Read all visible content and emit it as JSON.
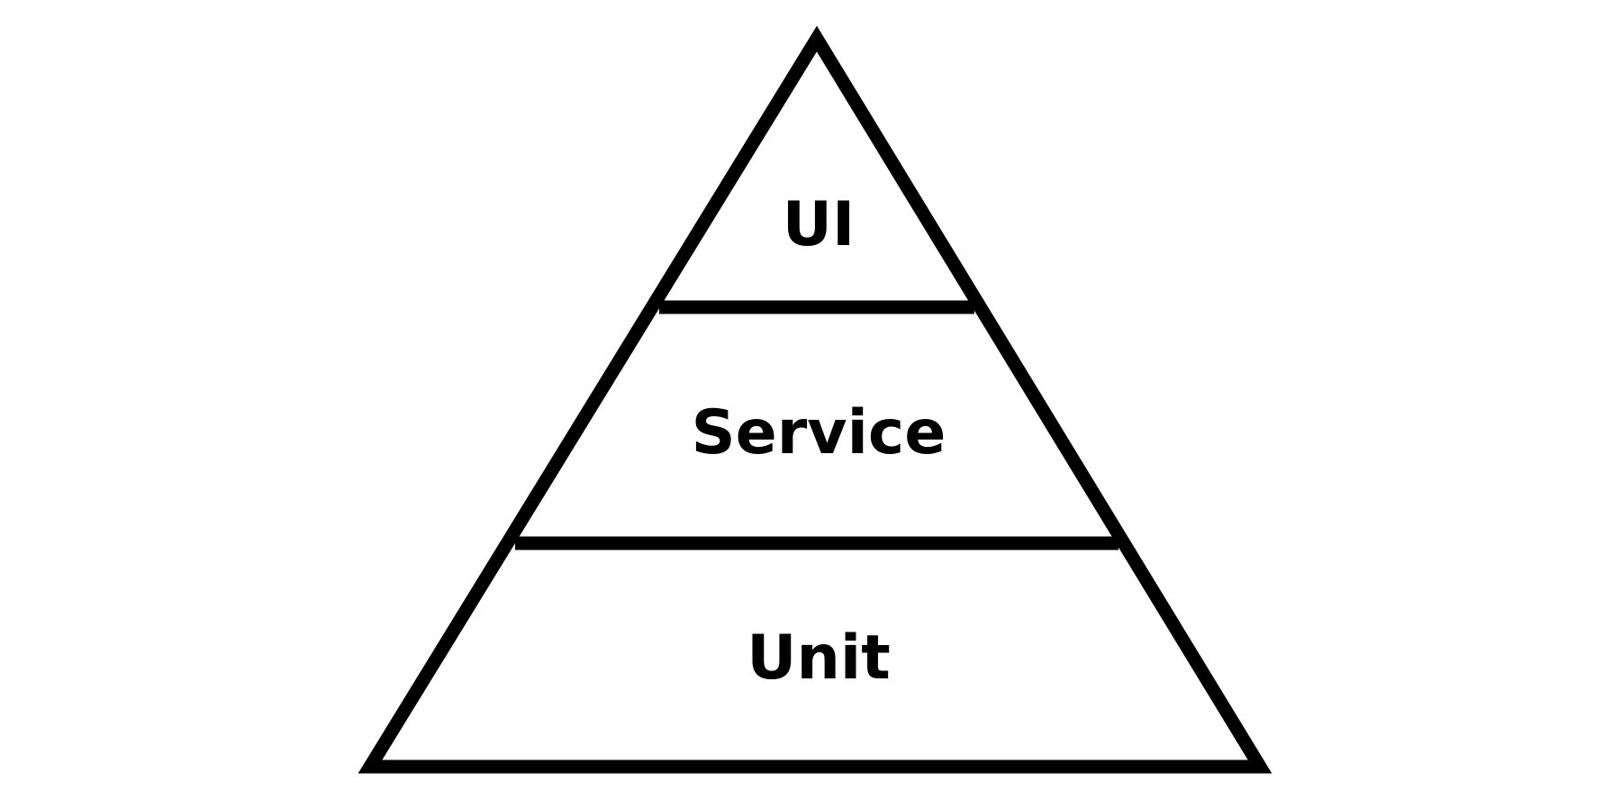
{
  "diagram": {
    "tiers": [
      {
        "label": "UI"
      },
      {
        "label": "Service"
      },
      {
        "label": "Unit"
      }
    ],
    "colors": {
      "stroke": "#000000",
      "background": "#ffffff"
    }
  }
}
